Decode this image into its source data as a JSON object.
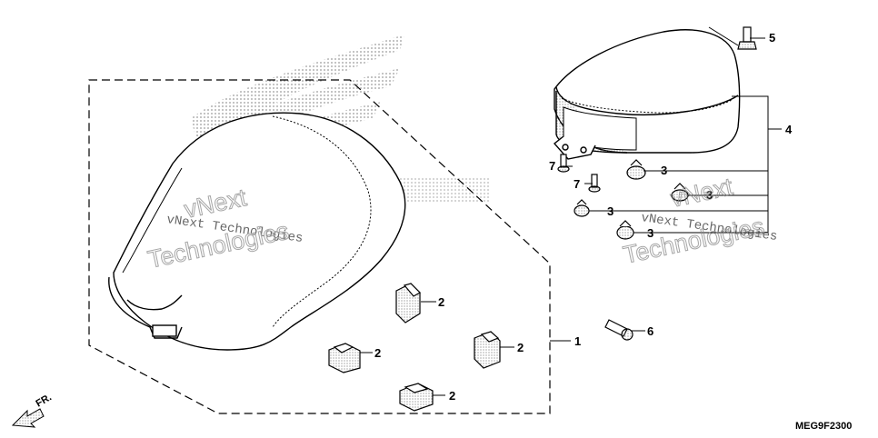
{
  "callouts": {
    "c1": "1",
    "c2a": "2",
    "c2b": "2",
    "c2c": "2",
    "c2d": "2",
    "c3a": "3",
    "c3b": "3",
    "c3c": "3",
    "c3d": "3",
    "c4": "4",
    "c5": "5",
    "c6": "6",
    "c7a": "7",
    "c7b": "7"
  },
  "direction_label": "FR.",
  "diagram_code": "MEG9F2300",
  "watermark": {
    "company_line1": "vNext Technologies",
    "outline_line1": "vNext",
    "outline_line2": "Technologies"
  },
  "colors": {
    "line": "#000000",
    "stipple": "#9a9a9a",
    "watermark": "#888888"
  }
}
